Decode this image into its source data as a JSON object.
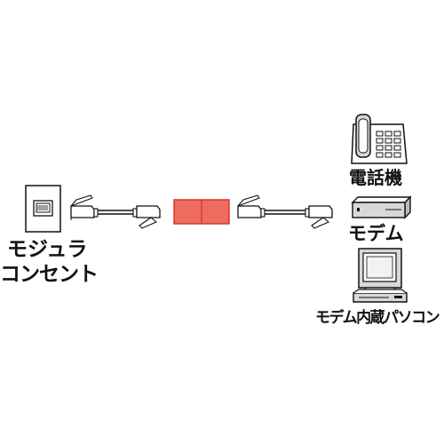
{
  "labels": {
    "outlet_line1": "モジュラ",
    "outlet_line2": "コンセント",
    "phone": "電話機",
    "modem": "モデム",
    "pc": "モデム内蔵パソコン"
  },
  "colors": {
    "coupler_fill": "#ee6b5f",
    "coupler_border": "#d9382c",
    "line": "#111111",
    "device_gray": "#d8d8d8"
  },
  "icons": {
    "outlet": "modular-jack-outlet-icon",
    "phone": "telephone-icon",
    "modem": "modem-icon",
    "pc": "computer-icon",
    "coupler": "coupler-adapter-icon",
    "plug": "rj11-plug-icon"
  }
}
